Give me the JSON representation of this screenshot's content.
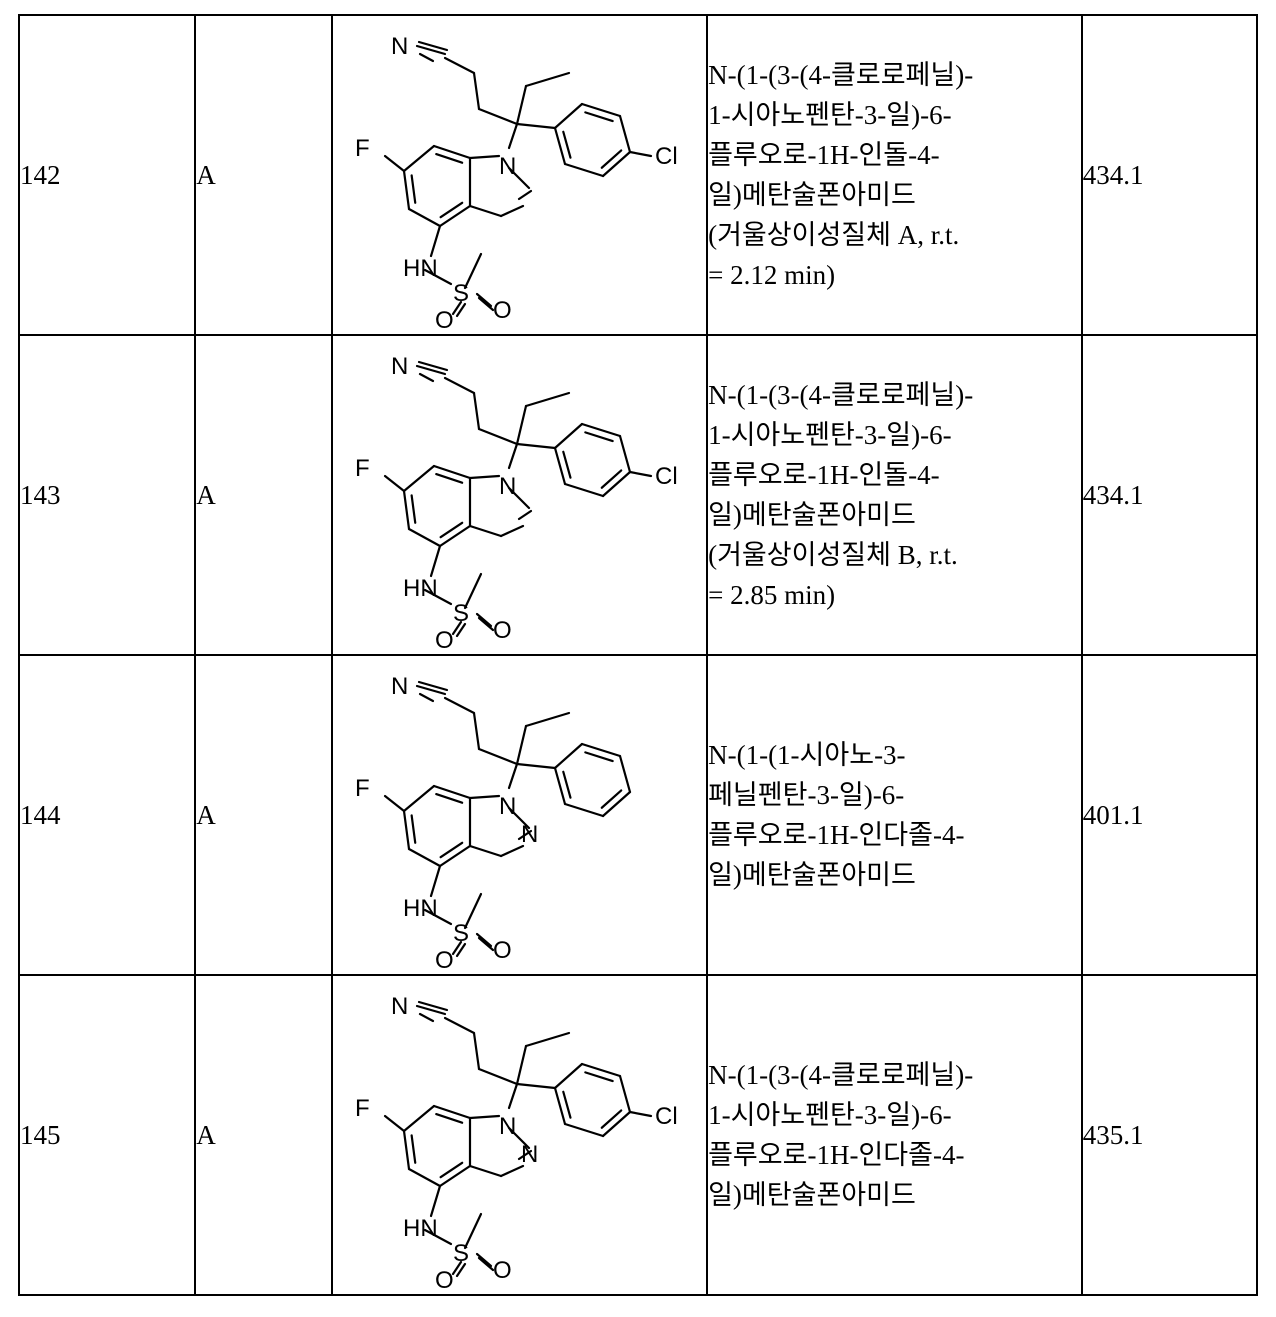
{
  "rows": [
    {
      "number": "142",
      "method": "A",
      "structure": {
        "core": "indole",
        "phenyl": "4-Cl",
        "atoms": {
          "nitrile_n": "N",
          "fluoro": "F",
          "ring_n1": "N",
          "ring_n2": "",
          "chloro": "Cl",
          "amine": "HN",
          "sulfur": "S",
          "oxygen1": "O",
          "oxygen2": "O"
        }
      },
      "name_lines": [
        "N-(1-(3-(4-클로로페닐)-",
        "1-시아노펜탄-3-일)-6-",
        "플루오로-1H-인돌-4-",
        "일)메탄술폰아미드",
        "(거울상이성질체 A, r.t.",
        "= 2.12 min)"
      ],
      "mass": "434.1"
    },
    {
      "number": "143",
      "method": "A",
      "structure": {
        "core": "indole",
        "phenyl": "4-Cl",
        "atoms": {
          "nitrile_n": "N",
          "fluoro": "F",
          "ring_n1": "N",
          "ring_n2": "",
          "chloro": "Cl",
          "amine": "HN",
          "sulfur": "S",
          "oxygen1": "O",
          "oxygen2": "O"
        }
      },
      "name_lines": [
        "N-(1-(3-(4-클로로페닐)-",
        "1-시아노펜탄-3-일)-6-",
        "플루오로-1H-인돌-4-",
        "일)메탄술폰아미드",
        "(거울상이성질체 B, r.t.",
        "= 2.85 min)"
      ],
      "mass": "434.1"
    },
    {
      "number": "144",
      "method": "A",
      "structure": {
        "core": "indazole",
        "phenyl": "H",
        "atoms": {
          "nitrile_n": "N",
          "fluoro": "F",
          "ring_n1": "N",
          "ring_n2": "N",
          "chloro": "",
          "amine": "HN",
          "sulfur": "S",
          "oxygen1": "O",
          "oxygen2": "O"
        }
      },
      "name_lines": [
        "N-(1-(1-시아노-3-",
        "페닐펜탄-3-일)-6-",
        "플루오로-1H-인다졸-4-",
        "일)메탄술폰아미드"
      ],
      "mass": "401.1"
    },
    {
      "number": "145",
      "method": "A",
      "structure": {
        "core": "indazole",
        "phenyl": "4-Cl",
        "atoms": {
          "nitrile_n": "N",
          "fluoro": "F",
          "ring_n1": "N",
          "ring_n2": "N",
          "chloro": "Cl",
          "amine": "HN",
          "sulfur": "S",
          "oxygen1": "O",
          "oxygen2": "O"
        }
      },
      "name_lines": [
        "N-(1-(3-(4-클로로페닐)-",
        "1-시아노펜탄-3-일)-6-",
        "플루오로-1H-인다졸-4-",
        "일)메탄술폰아미드"
      ],
      "mass": "435.1"
    }
  ]
}
